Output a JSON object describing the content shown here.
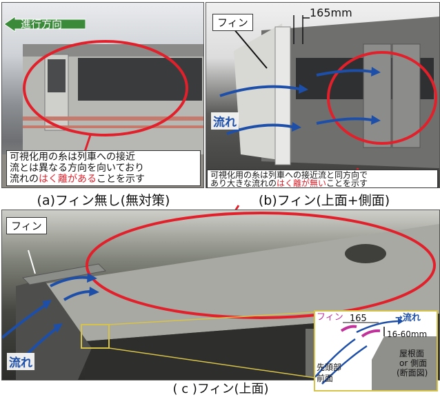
{
  "colors": {
    "highlight_red": "#e0212b",
    "flow_blue": "#1e4fa8",
    "direction_green": "#3a8a3a",
    "inset_border": "#d8c34a",
    "fin_magenta": "#c0329a"
  },
  "panel_a": {
    "direction_label": "進行方向",
    "callout": {
      "line1": "可視化用の糸は列車への接近",
      "line2": "流とは異なる方向を向いており",
      "line3_pre": "流れの",
      "line3_red": "はく離がある",
      "line3_post": "ことを示す"
    },
    "caption": "(a)フィン無し(無対策)"
  },
  "panel_b": {
    "fin_label": "フィン",
    "dimension": "165mm",
    "flow_label": "流れ",
    "callout": {
      "line1": "可視化用の糸は列車への接近流と同方向で",
      "line2_pre": "あり大きな流れの",
      "line2_red": "はく離が無い",
      "line2_post": "ことを示す"
    },
    "caption": "(b)フィン(上面+側面)"
  },
  "panel_c": {
    "fin_label": "フィン",
    "flow_label": "流れ",
    "caption": "( c )フィン(上面)",
    "inset": {
      "fin_label": "フィン",
      "dim_165": "165",
      "flow_label": "→流れ",
      "gap": "16-60mm",
      "roof_line1": "屋根面",
      "roof_line2": "or 側面",
      "roof_line3": "(断面図)",
      "front_line1": "先頭部",
      "front_line2": "前面"
    }
  }
}
